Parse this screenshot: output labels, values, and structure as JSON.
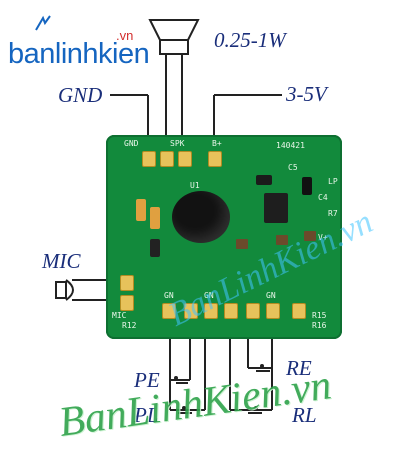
{
  "logo": {
    "text": "banlinhkien",
    "suffix": ".vn"
  },
  "labels": {
    "speaker_power": "0.25-1W",
    "gnd": "GND",
    "voltage": "3-5V",
    "mic": "MIC",
    "pe": "PE",
    "pl": "PL",
    "re": "RE",
    "rl": "RL"
  },
  "board_text": {
    "gnd": "GND",
    "spk": "SPK",
    "b_plus": "B+",
    "code": "140421",
    "lp": "LP",
    "v_plus": "V+",
    "mic": "MIC",
    "r12": "R12",
    "gn1": "GN",
    "gn2": "GN",
    "gn3": "GN",
    "r15": "R15",
    "r16": "R16",
    "c5": "C5",
    "c4": "C4",
    "r7": "R7",
    "u1": "U1"
  },
  "watermark": {
    "text": "BanLinhKien.vn"
  },
  "colors": {
    "pcb": "#128a3c",
    "label": "#1a2e7a",
    "logo": "#1565c0",
    "watermark": "#2ea34a"
  }
}
